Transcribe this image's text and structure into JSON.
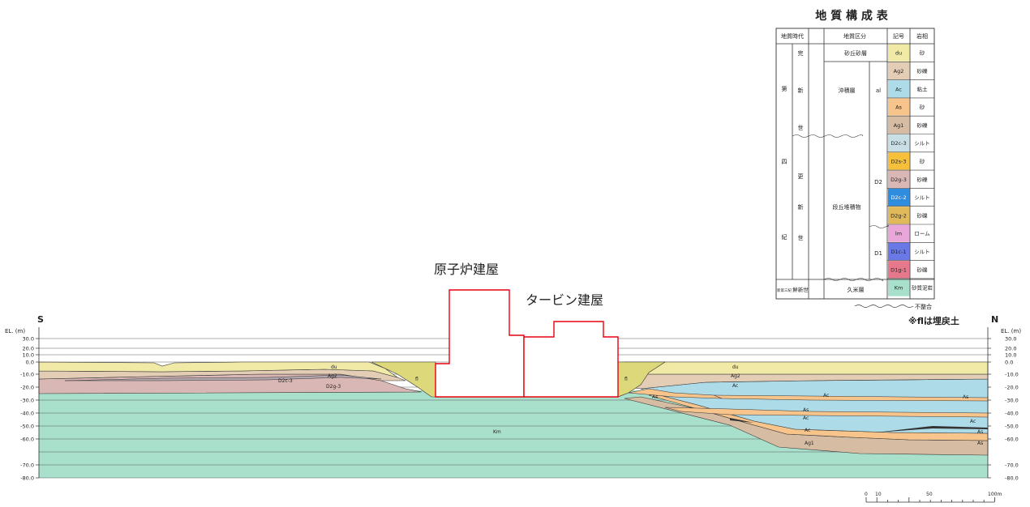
{
  "legend": {
    "title": "地 質 構 成 表",
    "headers": [
      "地質時代",
      "地質区分",
      "記号",
      "岩相"
    ],
    "era_quaternary": [
      "第",
      "四",
      "紀"
    ],
    "epoch_holocene": [
      "完",
      "新",
      "世"
    ],
    "epoch_pleistocene": [
      "更",
      "新",
      "世"
    ],
    "era_neogene": "新第三紀",
    "epoch_pliocene": "鮮新世",
    "unit_dune": "砂丘砂層",
    "unit_alluvium": "沖積層",
    "unit_al": "al",
    "unit_terrace": "段丘堆積物",
    "unit_d2": "D2",
    "unit_d1": "D1",
    "unit_kume": "久米層",
    "rows": [
      {
        "code": "du",
        "facies": "砂",
        "color": "#f0eaa6"
      },
      {
        "code": "Ag2",
        "facies": "砂礫",
        "color": "#e3cdb5"
      },
      {
        "code": "Ac",
        "facies": "粘土",
        "color": "#aedbe8"
      },
      {
        "code": "As",
        "facies": "砂",
        "color": "#f7c48c"
      },
      {
        "code": "Ag1",
        "facies": "砂礫",
        "color": "#d6bca3"
      },
      {
        "code": "D2c-3",
        "facies": "シルト",
        "color": "#c9dfe6"
      },
      {
        "code": "D2s-3",
        "facies": "砂",
        "color": "#f6c03a"
      },
      {
        "code": "D2g-3",
        "facies": "砂礫",
        "color": "#d9b7b4"
      },
      {
        "code": "D2c-2",
        "facies": "シルト",
        "color": "#2f8de0"
      },
      {
        "code": "D2g-2",
        "facies": "砂礫",
        "color": "#e2b95a"
      },
      {
        "code": "lm",
        "facies": "ローム",
        "color": "#e9a6d8"
      },
      {
        "code": "D1c-1",
        "facies": "シルト",
        "color": "#6a78e6"
      },
      {
        "code": "D1g-1",
        "facies": "砂礫",
        "color": "#e6788c"
      },
      {
        "code": "Km",
        "facies": "砂質泥岩",
        "color": "#a9e0cc"
      }
    ],
    "unconformity": "不整合",
    "fill_note": "※flは埋戻土"
  },
  "section": {
    "left_end": "S",
    "right_end": "N",
    "axis_label_left": "EL. (m)",
    "axis_label_right": "EL. (m)",
    "ticks": [
      "30.0",
      "20.0",
      "10.0",
      "0.0",
      "-10.0",
      "-20.0",
      "-30.0",
      "-40.0",
      "-50.0",
      "-60.0",
      "-70.0",
      "-80.0"
    ],
    "reactor_label": "原子炉建屋",
    "turbine_label": "タービン建屋",
    "layer_labels": {
      "du_left": "du",
      "ag2_left": "Ag2",
      "d2c3_left": "D2c-3",
      "d2g3_left": "D2g-3",
      "fl_left": "fl",
      "fl_right": "fl",
      "km": "Km",
      "du_right": "du",
      "ag2_right": "Ag2",
      "ac_a": "Ac",
      "ac_b": "Ac",
      "ac_c": "Ac",
      "as_a": "As",
      "as_b": "As",
      "as_c": "As",
      "as_d": "As",
      "ac_d": "Ac",
      "ag1": "Ag1",
      "ac_small": "Ac",
      "as_right": "As"
    },
    "colors": {
      "km": "#a9e0cc",
      "du": "#f0eaa6",
      "ag2": "#e3cdb5",
      "d2": "#d9b7b4",
      "ac": "#aedbe8",
      "as": "#f7c48c",
      "ag1": "#d6bca3",
      "fill": "#ddd97a",
      "building": "#e8000e"
    }
  },
  "scale": {
    "ticks": [
      "0",
      "10",
      "50",
      "100m"
    ]
  }
}
